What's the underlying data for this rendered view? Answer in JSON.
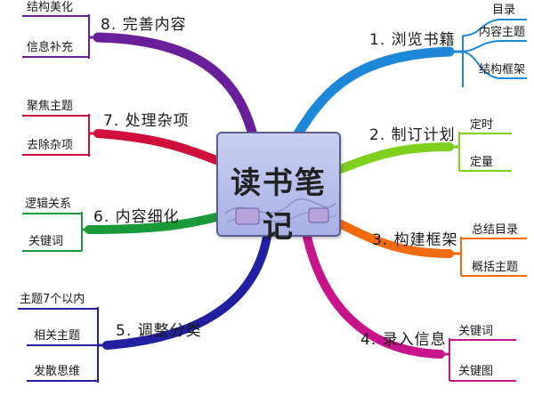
{
  "center": {
    "title": "读书笔记"
  },
  "branches": [
    {
      "label": "1. 浏览书籍",
      "color": "#1e88d8",
      "items": [
        "目录",
        "内容主题",
        "结构框架"
      ]
    },
    {
      "label": "2. 制订计划",
      "color": "#7fcf1e",
      "items": [
        "定时",
        "定量"
      ]
    },
    {
      "label": "3. 构建框架",
      "color": "#f06a10",
      "items": [
        "总结目录",
        "概括主题"
      ]
    },
    {
      "label": "4. 录入信息",
      "color": "#c8148a",
      "items": [
        "关键词",
        "关键图"
      ]
    },
    {
      "label": "5. 调整分类",
      "color": "#2020a0",
      "items": [
        "主题7个以内",
        "相关主题",
        "发散思维"
      ]
    },
    {
      "label": "6. 内容细化",
      "color": "#1a9a3a",
      "items": [
        "逻辑关系",
        "关键词"
      ]
    },
    {
      "label": "7. 处理杂项",
      "color": "#d0103a",
      "items": [
        "聚焦主题",
        "去除杂项"
      ]
    },
    {
      "label": "8. 完善内容",
      "color": "#6a1f9a",
      "items": [
        "结构美化",
        "信息补充"
      ]
    }
  ]
}
